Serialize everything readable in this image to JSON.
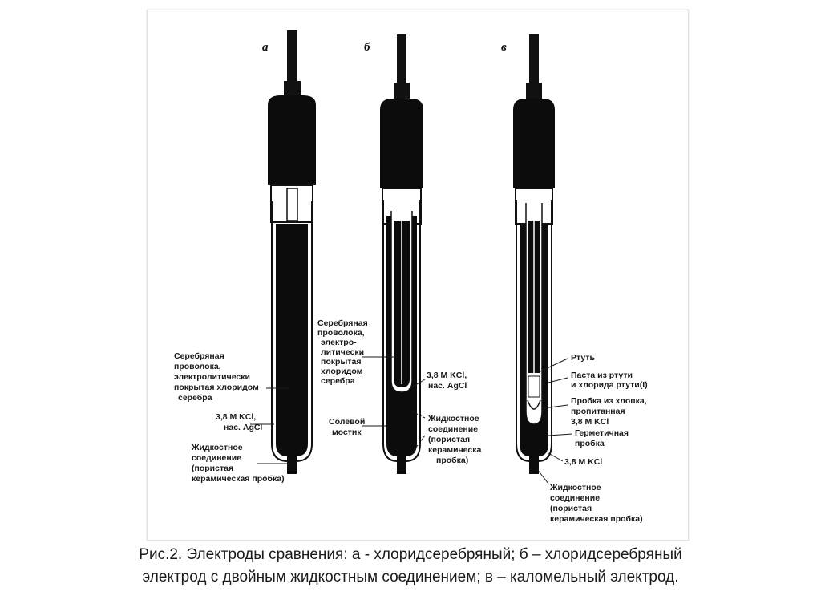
{
  "panels": {
    "a": {
      "letter": "а",
      "labels": {
        "wire": [
          "Серебряная",
          "проволока,",
          "электролитически",
          "покрытая хлоридом",
          "серебра"
        ],
        "kcl": [
          "3,8 М KCl,",
          "нас. AgCl"
        ],
        "junction": [
          "Жидкостное",
          "соединение",
          "(пористая",
          "керамическая пробка)"
        ]
      }
    },
    "b": {
      "letter": "б",
      "labels": {
        "wire": [
          "Серебряная",
          "проволока,",
          "электро-",
          "литически",
          "покрытая",
          "хлоридом",
          "серебра"
        ],
        "kcl": [
          "3,8 М KCl,",
          "нас. AgCl"
        ],
        "bridge": [
          "Солевой",
          "мостик"
        ],
        "junction": [
          "Жидкостное",
          "соединение",
          "(пористая",
          "керамическа",
          "пробка)"
        ]
      }
    },
    "c": {
      "letter": "в",
      "labels": {
        "mercury": [
          "Ртуть"
        ],
        "paste": [
          "Паста из ртути",
          "и хлорида ртути(I)"
        ],
        "plug": [
          "Пробка из хлопка,",
          "пропитанная",
          "3,8 М KCl"
        ],
        "seal": [
          "Герметичная",
          "пробка"
        ],
        "kcl": [
          "3,8 М KCl"
        ],
        "junction": [
          "Жидкостное",
          "соединение",
          "(пористая",
          "керамическая пробка)"
        ]
      }
    }
  },
  "caption": {
    "line1": "Рис.2. Электроды сравнения: а - хлоридсеребряный; б – хлоридсеребряный",
    "line2": "электрод с двойным жидкостным соединением; в – каломельный электрод."
  }
}
